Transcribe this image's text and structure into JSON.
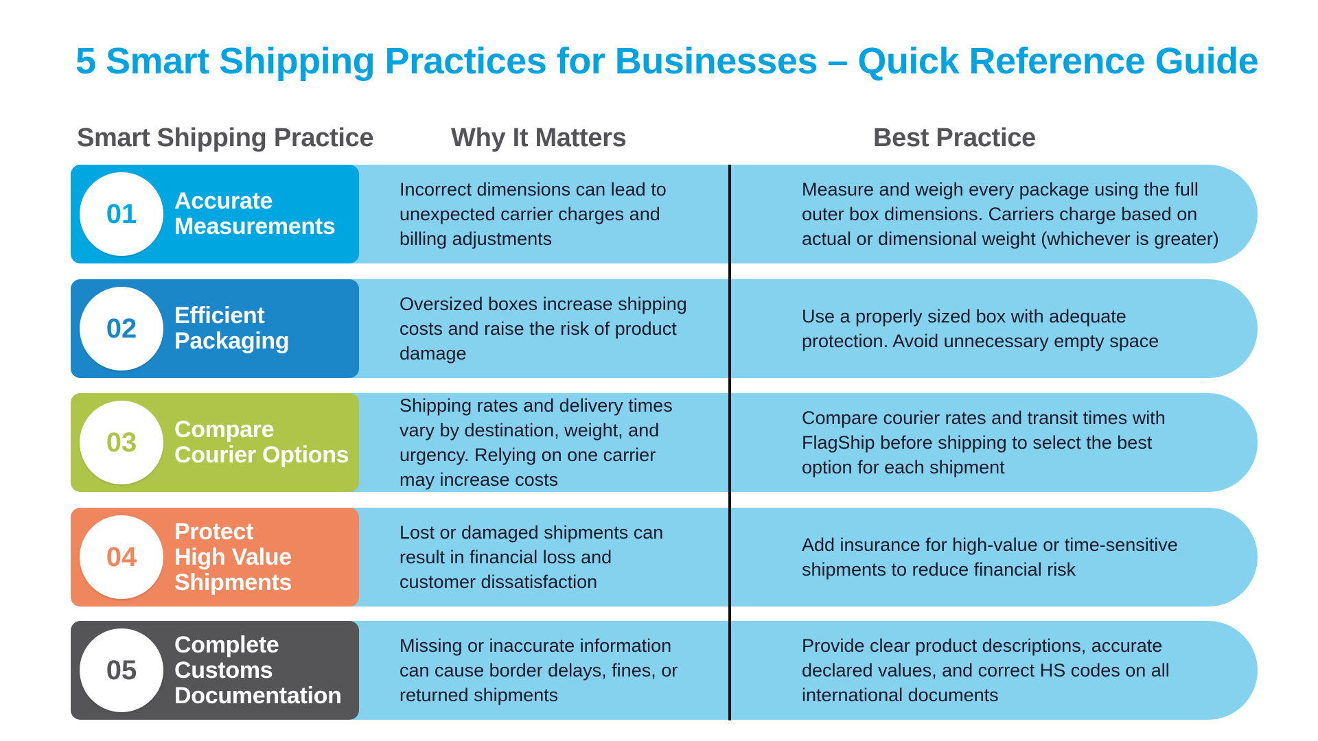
{
  "colors": {
    "title": "#00a3e0",
    "header": "#545458",
    "row_background": "#84d2ee",
    "body_text": "#1a1a2a",
    "divider": "#111111"
  },
  "title": "5 Smart Shipping Practices for Businesses – Quick Reference Guide",
  "headers": {
    "practice": "Smart Shipping Practice",
    "why": "Why It Matters",
    "best": "Best Practice"
  },
  "rows": [
    {
      "number": "01",
      "color": "#00a6e0",
      "label_lines": [
        "Accurate",
        "Measurements"
      ],
      "why_lines": [
        "Incorrect dimensions can lead to",
        "unexpected carrier charges and",
        "billing adjustments"
      ],
      "best_lines": [
        "Measure and weigh every package using the full",
        "outer box dimensions. Carriers charge based on",
        "actual or dimensional weight (whichever is greater)"
      ]
    },
    {
      "number": "02",
      "color": "#1b87c9",
      "label_lines": [
        "Efficient",
        "Packaging"
      ],
      "why_lines": [
        "Oversized boxes increase shipping",
        "costs and raise the risk of product",
        "damage"
      ],
      "best_lines": [
        "Use a properly sized box with adequate",
        "protection. Avoid unnecessary empty space"
      ]
    },
    {
      "number": "03",
      "color": "#aec54a",
      "label_lines": [
        "Compare",
        "Courier Options"
      ],
      "why_lines": [
        "Shipping rates and delivery times",
        "vary by destination, weight, and",
        "urgency. Relying on one carrier",
        "may increase costs"
      ],
      "best_lines": [
        "Compare courier rates and transit times with",
        "FlagShip before shipping to select the best",
        "option for each shipment"
      ]
    },
    {
      "number": "04",
      "color": "#ef865e",
      "label_lines": [
        "Protect",
        "High Value",
        "Shipments"
      ],
      "why_lines": [
        "Lost or damaged shipments can",
        "result in financial loss and",
        "customer dissatisfaction"
      ],
      "best_lines": [
        "Add insurance for high-value or time-sensitive",
        "shipments to reduce financial risk"
      ]
    },
    {
      "number": "05",
      "color": "#555558",
      "label_lines": [
        "Complete",
        "Customs",
        "Documentation"
      ],
      "why_lines": [
        "Missing or inaccurate information",
        "can cause border delays, fines, or",
        "returned shipments"
      ],
      "best_lines": [
        "Provide clear product descriptions, accurate",
        "declared values, and correct HS codes on all",
        "international documents"
      ]
    }
  ]
}
